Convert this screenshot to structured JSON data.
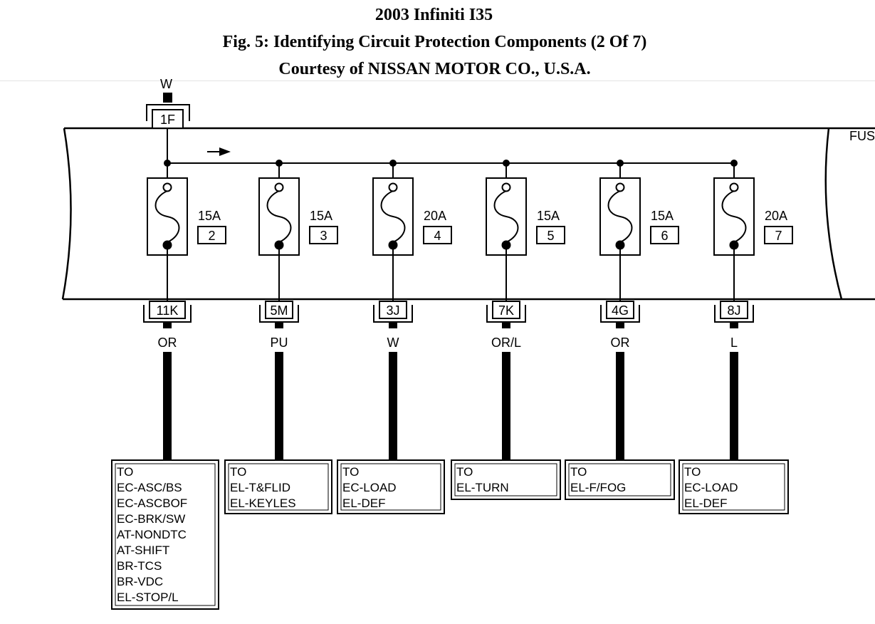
{
  "header": {
    "line1": "2003 Infiniti I35",
    "line2": "Fig. 5: Identifying Circuit Protection Components (2 Of 7)",
    "line3": "Courtesy of NISSAN MOTOR CO., U.S.A."
  },
  "input": {
    "wire_color": "W",
    "connector": "1F"
  },
  "block_label": "FUS",
  "fuses": [
    {
      "amps": "15A",
      "number": "2",
      "connector": "11K",
      "wire": "OR",
      "destinations": [
        "TO",
        "EC-ASC/BS",
        "EC-ASCBOF",
        "EC-BRK/SW",
        "AT-NONDTC",
        "AT-SHIFT",
        "BR-TCS",
        "BR-VDC",
        "EL-STOP/L"
      ]
    },
    {
      "amps": "15A",
      "number": "3",
      "connector": "5M",
      "wire": "PU",
      "destinations": [
        "TO",
        "EL-T&FLID",
        "EL-KEYLES"
      ]
    },
    {
      "amps": "20A",
      "number": "4",
      "connector": "3J",
      "wire": "W",
      "destinations": [
        "TO",
        "EC-LOAD",
        "EL-DEF"
      ]
    },
    {
      "amps": "15A",
      "number": "5",
      "connector": "7K",
      "wire": "OR/L",
      "destinations": [
        "TO",
        "EL-TURN"
      ]
    },
    {
      "amps": "15A",
      "number": "6",
      "connector": "4G",
      "wire": "OR",
      "destinations": [
        "TO",
        "EL-F/FOG"
      ]
    },
    {
      "amps": "20A",
      "number": "7",
      "connector": "8J",
      "wire": "L",
      "destinations": [
        "TO",
        "EC-LOAD",
        "EL-DEF"
      ]
    }
  ]
}
